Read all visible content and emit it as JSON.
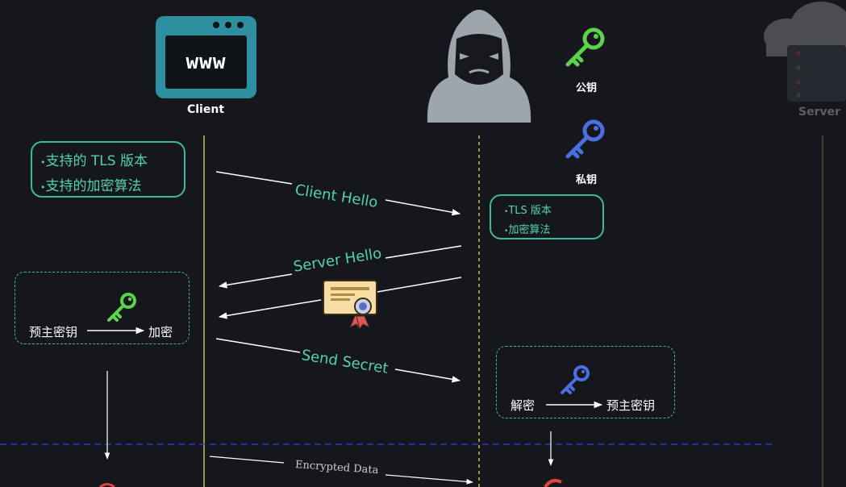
{
  "actors": {
    "client": {
      "label": "Client",
      "window_text": "www"
    },
    "server": {
      "label": "Server"
    },
    "public_key_label": "公钥",
    "private_key_label": "私钥"
  },
  "client_box": {
    "items": [
      "支持的 TLS 版本",
      "支持的加密算法"
    ]
  },
  "server_box": {
    "items": [
      "TLS 版本",
      "加密算法"
    ]
  },
  "messages": {
    "client_hello": "Client Hello",
    "server_hello": "Server Hello",
    "send_secret": "Send Secret",
    "encrypted_data": "Encrypted Data"
  },
  "client_encrypt": {
    "from": "预主密钥",
    "to": "加密"
  },
  "server_decrypt": {
    "from": "解密",
    "to": "预主密钥"
  },
  "colors": {
    "background": "#16171d",
    "accent_green": "#3dba97",
    "key_green": "#5bd44a",
    "key_blue": "#4a6fe0",
    "divider_blue": "#2d36c8",
    "lifeline_yellow": "#c7c24a",
    "window_teal": "#2e8fa0"
  }
}
